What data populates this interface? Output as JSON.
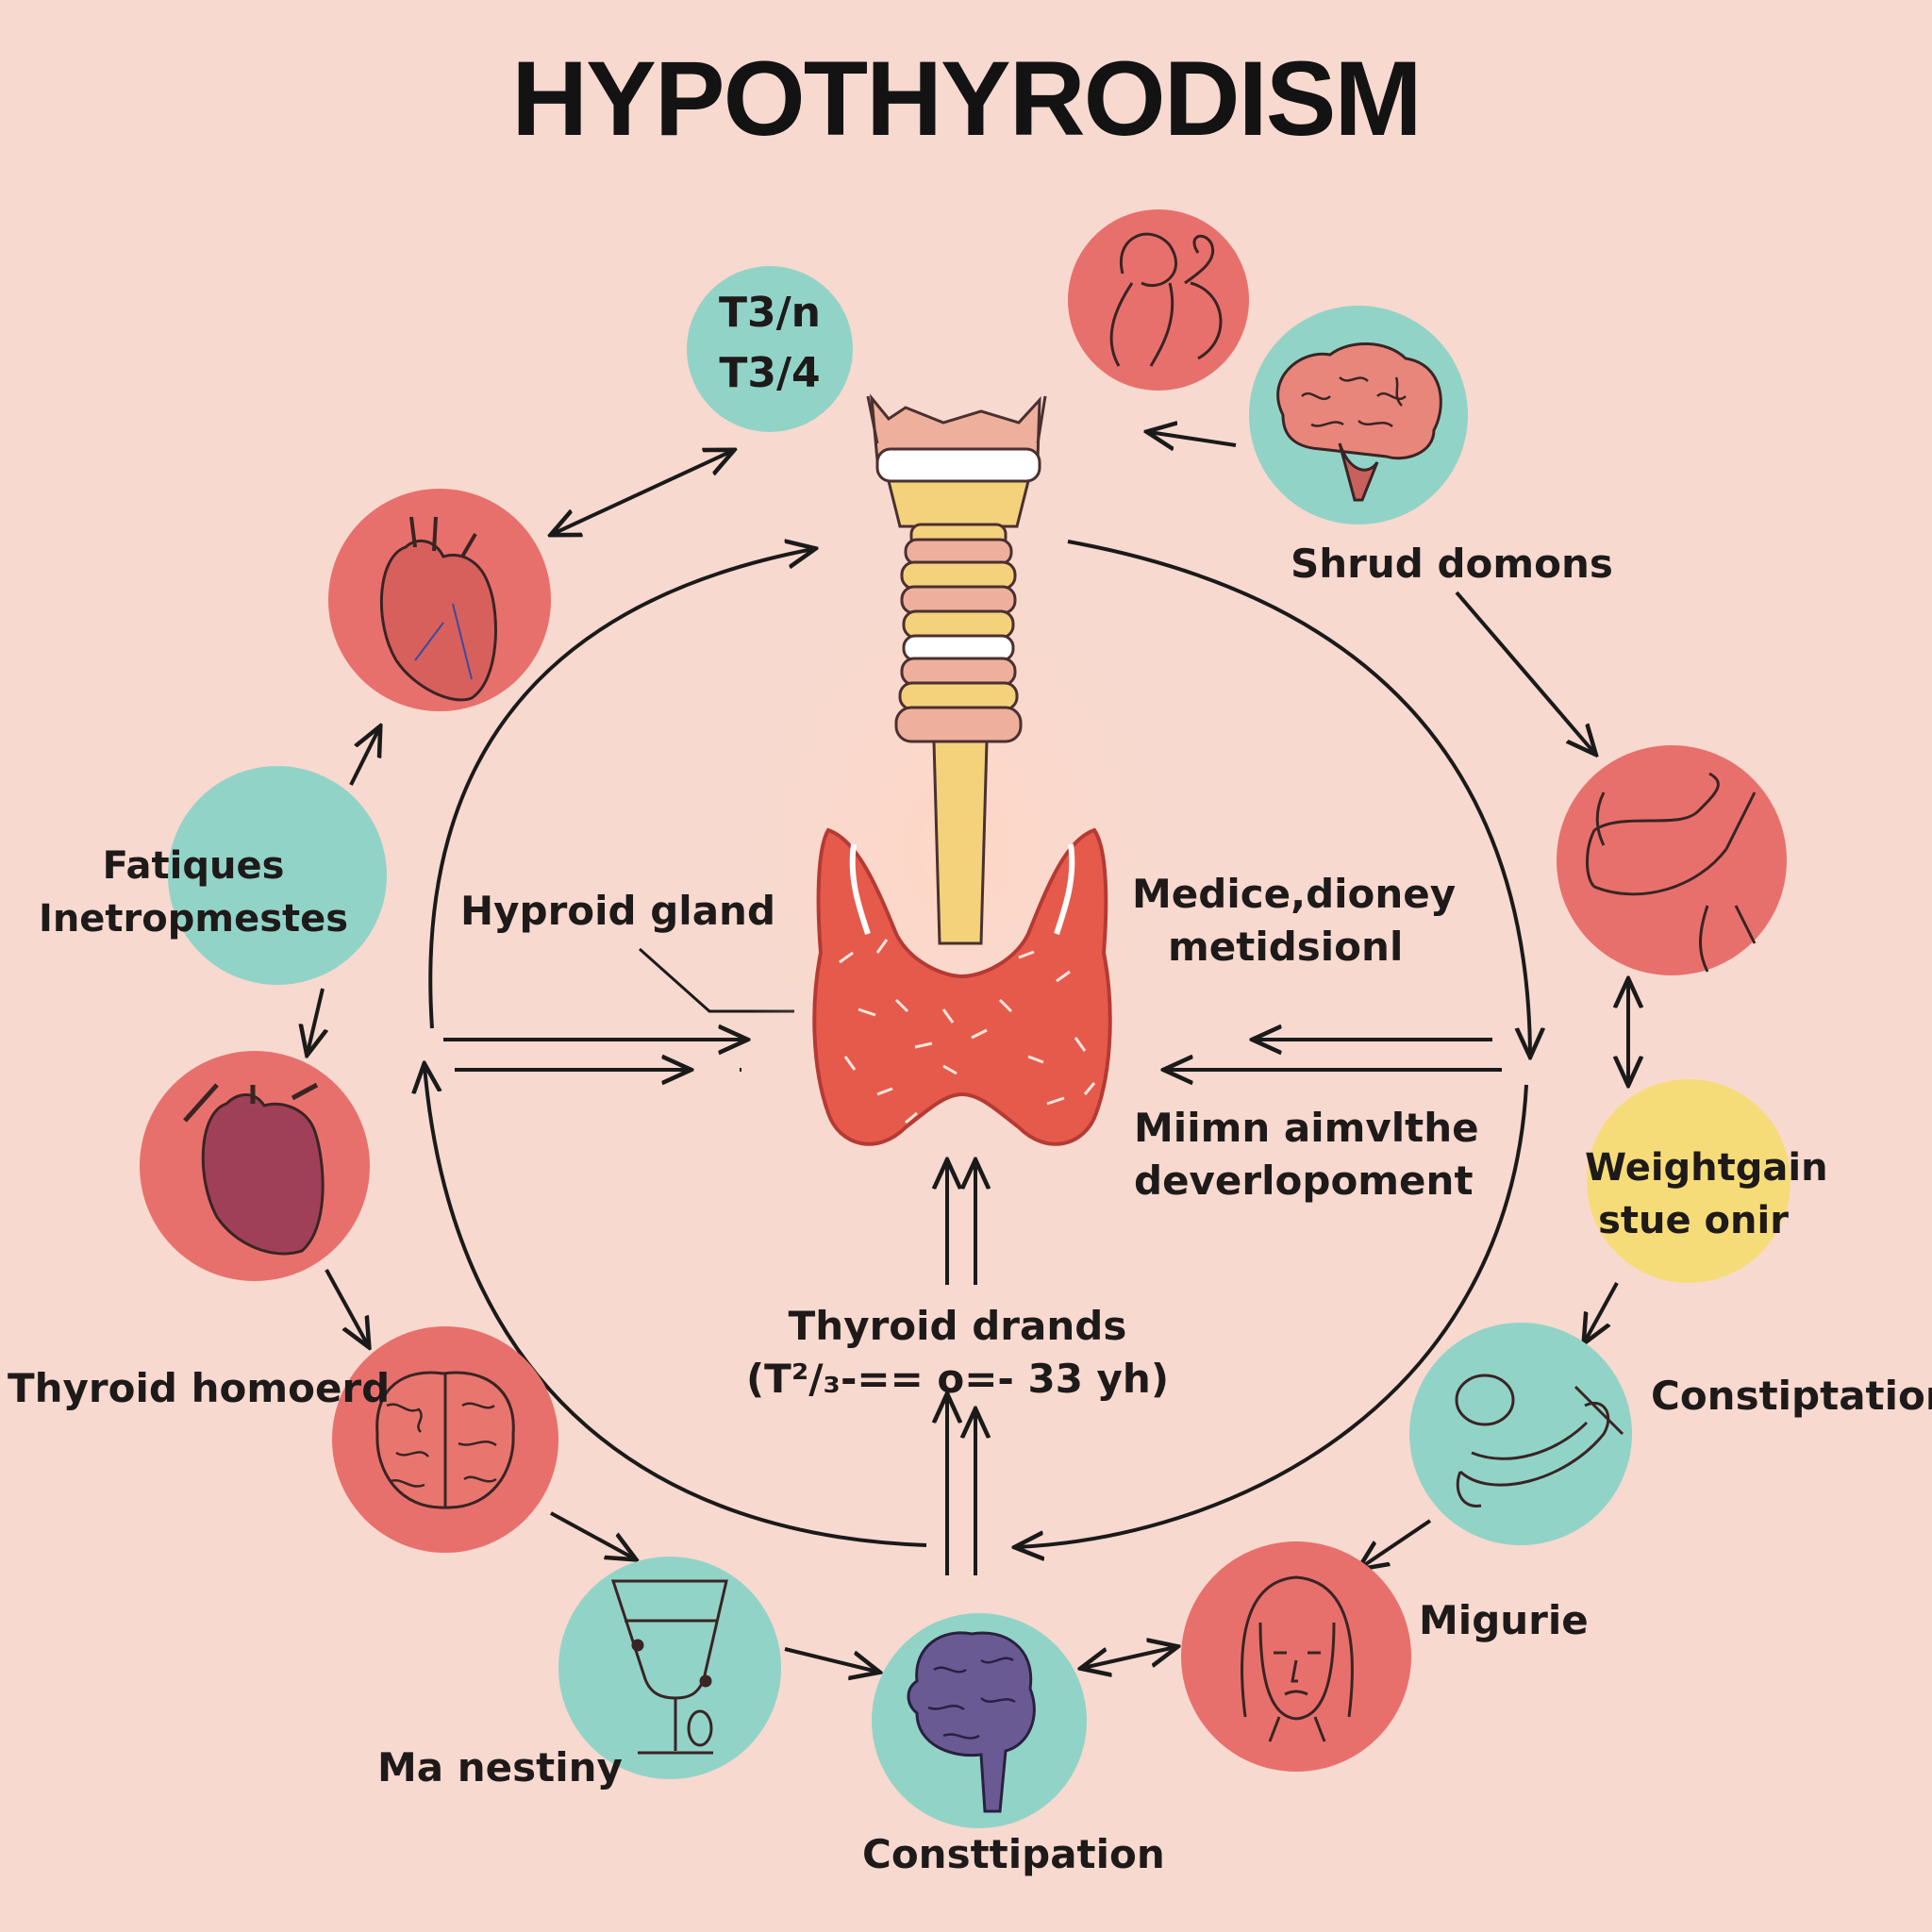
{
  "title": "HYPOTHYRODISM",
  "colors": {
    "background": "#f8d9cf",
    "red_circle": "#e8706c",
    "teal_circle": "#92d3c8",
    "yellow_circle": "#f6dc78",
    "thyroid": "#e65a4c",
    "trachea_yellow": "#f4d27c",
    "trachea_pink": "#eeb09c"
  },
  "center": {
    "gland_label": "Hyproid gland",
    "right_label_1": [
      "Medice,dioney",
      "metidsionl"
    ],
    "right_label_2": [
      "Miimn aimvlthe",
      "deverlopoment"
    ],
    "bottom_label": [
      "Thyroid drands",
      "(T²/₃-== o=- 33 yh)"
    ]
  },
  "nodes": {
    "t3": [
      "T3/n",
      "T3/4"
    ],
    "fatigue": [
      "Fatiques",
      "Inetropmestes"
    ],
    "weight": [
      "Weightgain",
      "stue onir"
    ],
    "brain_top_label": "Shrud domons",
    "heart_left_label": "Thyroid homoerd",
    "glass_label": "Ma nestiny",
    "brain_bottom_label": "Consttipation",
    "face_label": "Migurie",
    "stomach_label": "Constiptation"
  },
  "icons": {
    "fetus": "fetus-icon",
    "brain_top": "brain-icon",
    "heart_top": "heart-icon",
    "muscle": "muscle-icon",
    "heart_left": "heart-icon",
    "brain_left": "brain-icon",
    "glass": "glass-icon",
    "brain_bottom": "brain-icon",
    "face": "face-icon",
    "stomach": "stomach-icon"
  }
}
